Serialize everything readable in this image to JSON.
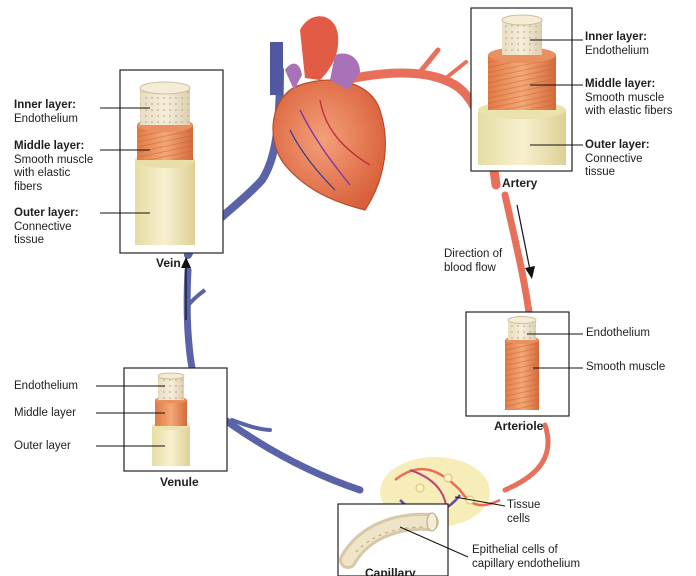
{
  "vein": {
    "caption": "Vein",
    "inner_title": "Inner layer:",
    "inner_text": "Endothelium",
    "middle_title": "Middle layer:",
    "middle_lines": [
      "Smooth muscle",
      "with elastic",
      "fibers"
    ],
    "outer_title": "Outer layer:",
    "outer_lines": [
      "Connective",
      "tissue"
    ]
  },
  "artery": {
    "caption": "Artery",
    "inner_title": "Inner layer:",
    "inner_text": "Endothelium",
    "middle_title": "Middle layer:",
    "middle_lines": [
      "Smooth muscle",
      "with elastic fibers"
    ],
    "outer_title": "Outer layer:",
    "outer_lines": [
      "Connective",
      "tissue"
    ]
  },
  "flow": {
    "lines": [
      "Direction of",
      "blood flow"
    ]
  },
  "arteriole": {
    "caption": "Arteriole",
    "labels": [
      "Endothelium",
      "Smooth muscle"
    ]
  },
  "venule": {
    "caption": "Venule",
    "labels": [
      "Endothelium",
      "Middle layer",
      "Outer layer"
    ]
  },
  "capillary": {
    "caption": "Capillary",
    "tissue_lines": [
      "Tissue",
      "cells"
    ],
    "epithelial_lines": [
      "Epithelial cells of",
      "capillary endothelium"
    ]
  },
  "colors": {
    "artery_red": "#e8705a",
    "vein_blue": "#5a63a8",
    "muscle_orange": "#e98a55",
    "connective_cream": "#efe6b8"
  }
}
